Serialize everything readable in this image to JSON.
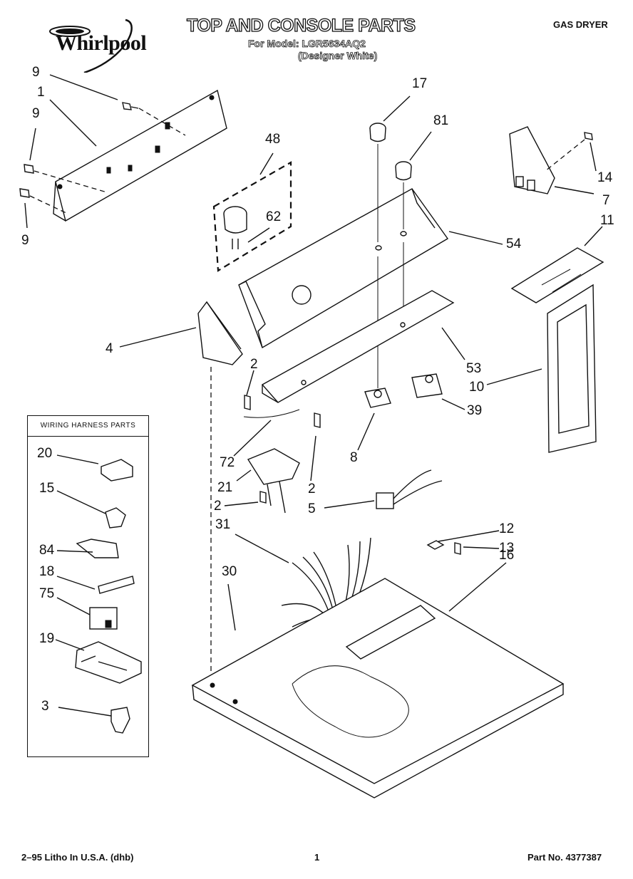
{
  "header": {
    "brand": "Whirlpool",
    "title": "TOP AND CONSOLE PARTS",
    "model_line": "For Model: LGR5634AQ2",
    "color_line": "(Designer White)",
    "product_type": "GAS DRYER"
  },
  "callouts": {
    "c9a": "9",
    "c1": "1",
    "c9b": "9",
    "c9c": "9",
    "c48": "48",
    "c62": "62",
    "c17": "17",
    "c81": "81",
    "c14": "14",
    "c7": "7",
    "c11": "11",
    "c54": "54",
    "c4": "4",
    "c53": "53",
    "c10": "10",
    "c2a": "2",
    "c39": "39",
    "c8": "8",
    "c72": "72",
    "c21": "21",
    "c2b": "2",
    "c2c": "2",
    "c5": "5",
    "c12": "12",
    "c13": "13",
    "c31": "31",
    "c16": "16",
    "c30": "30"
  },
  "wiring_harness": {
    "title": "WIRING HARNESS PARTS",
    "items": [
      "20",
      "15",
      "84",
      "18",
      "75",
      "19",
      "3"
    ]
  },
  "footer": {
    "litho": "2–95 Litho In U.S.A. (dhb)",
    "page": "1",
    "part_number": "Part No. 4377387"
  }
}
